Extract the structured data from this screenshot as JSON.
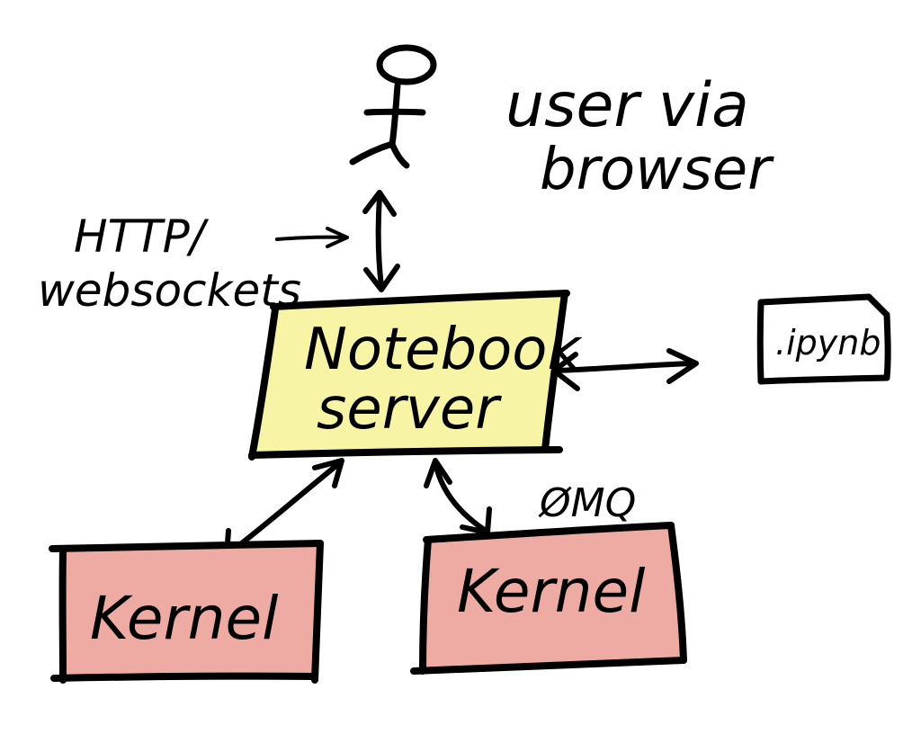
{
  "labels": {
    "user": "user via",
    "user_line2": "browser",
    "protocol": "HTTP/",
    "protocol_line2": "websockets",
    "server": "Notebook",
    "server_line2": "server",
    "file": ".ipynb",
    "kernel_left": "Kernel",
    "kernel_right": "Kernel",
    "zmq": "ØMQ"
  },
  "colors": {
    "server_fill": "#f8f4a6",
    "kernel_fill": "#eeaba3",
    "ink": "#000000"
  },
  "icons": {
    "user": "stick-figure-icon",
    "file": "document-icon"
  }
}
